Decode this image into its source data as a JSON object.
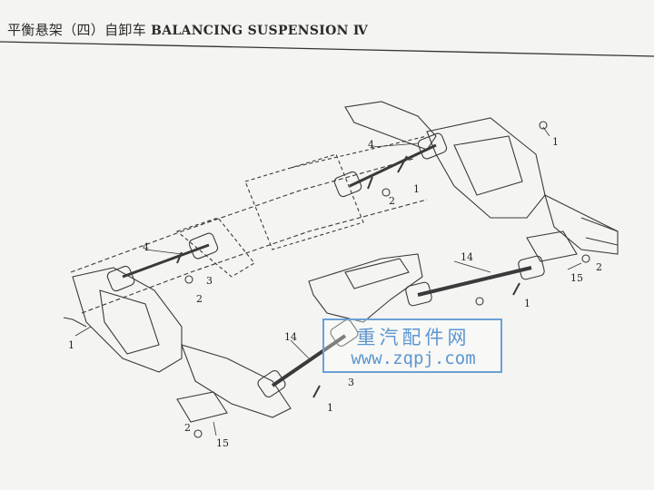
{
  "header": {
    "title_cn": "平衡悬架（四）自卸车",
    "title_en": "BALANCING SUSPENSION Ⅳ"
  },
  "callouts": [
    "1",
    "2",
    "2",
    "2",
    "2",
    "3",
    "3",
    "4",
    "4",
    "14",
    "14",
    "1",
    "1",
    "1",
    "15",
    "15"
  ],
  "watermark": {
    "cn": "重汽配件网",
    "url": "www.zqpj.com"
  },
  "colors": {
    "ink": "#3a3a3a",
    "paper": "#f4f4f2",
    "watermark": "#5d96d0"
  }
}
